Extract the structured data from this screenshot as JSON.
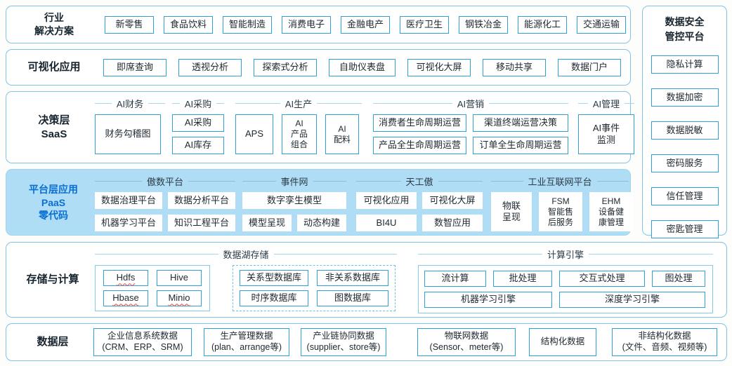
{
  "industry": {
    "label": "行业\n解决方案",
    "items": [
      "新零售",
      "食品饮料",
      "智能制造",
      "消费电子",
      "金融电产",
      "医疗卫生",
      "钢铁冶金",
      "能源化工",
      "交通运输"
    ]
  },
  "visualization": {
    "label": "可视化应用",
    "items": [
      "即席查询",
      "透视分析",
      "探索式分析",
      "自助仪表盘",
      "可视化大屏",
      "移动共享",
      "数据门户"
    ]
  },
  "decision": {
    "label": "决策层\nSaaS",
    "groups": [
      {
        "title": "AI财务",
        "items": [
          "财务勾稽图"
        ]
      },
      {
        "title": "AI采购",
        "items": [
          "AI采购",
          "AI库存"
        ]
      },
      {
        "title": "AI生产",
        "items": [
          "APS",
          "AI\n产品\n组合",
          "AI\n配料"
        ]
      },
      {
        "title": "AI营销",
        "items": [
          "消费者生命周期运营",
          "渠道终端运营决策",
          "产品全生命周期运营",
          "订单全生命周期运营"
        ]
      },
      {
        "title": "AI管理",
        "items": [
          "AI事件\n监测"
        ]
      }
    ]
  },
  "paas": {
    "label": "平台层应用\nPaaS\n零代码",
    "groups": [
      {
        "title": "傲数平台",
        "items": [
          "数据治理平台",
          "数据分析平台",
          "机器学习平台",
          "知识工程平台"
        ]
      },
      {
        "title": "事件网",
        "items": [
          "数字孪生模型",
          "模型呈现",
          "动态构建"
        ]
      },
      {
        "title": "天工傲",
        "items": [
          "可视化应用",
          "可视化大屏",
          "BI4U",
          "数智应用"
        ]
      },
      {
        "title": "工业互联网平台",
        "items": [
          "物联\n呈现",
          "FSM\n智能售\n后服务",
          "EHM\n设备健\n康管理"
        ]
      }
    ]
  },
  "storage": {
    "label": "存储与计算",
    "lake": {
      "title": "数据湖存储",
      "cluster1": [
        "Hdfs",
        "Hive",
        "Hbase",
        "Minio"
      ],
      "cluster2": [
        "关系型数据库",
        "非关系数据库",
        "时序数据库",
        "图数据库"
      ]
    },
    "compute": {
      "title": "计算引擎",
      "row1": [
        "流计算",
        "批处理",
        "交互式处理",
        "图处理"
      ],
      "row2": [
        "机器学习引擎",
        "深度学习引擎"
      ]
    }
  },
  "data_layer": {
    "label": "数据层",
    "items": [
      "企业信息系统数据\n(CRM、ERP、SRM)",
      "生产管理数据\n(plan、arrange等)",
      "产业链协同数据\n(supplier、store等)",
      "物联网数据\n(Sensor、meter等)",
      "结构化数据",
      "非结构化数据\n(文件、音频、视频等)"
    ]
  },
  "security": {
    "title": "数据安全\n管控平台",
    "items": [
      "隐私计算",
      "数据加密",
      "数据脱敏",
      "密码服务",
      "信任管理",
      "密匙管理"
    ]
  },
  "colors": {
    "accent": "#2f9fd8",
    "panel_border": "#7ec5e8",
    "paas_bg": "#afddf6",
    "paas_label": "#0a6fd2"
  }
}
